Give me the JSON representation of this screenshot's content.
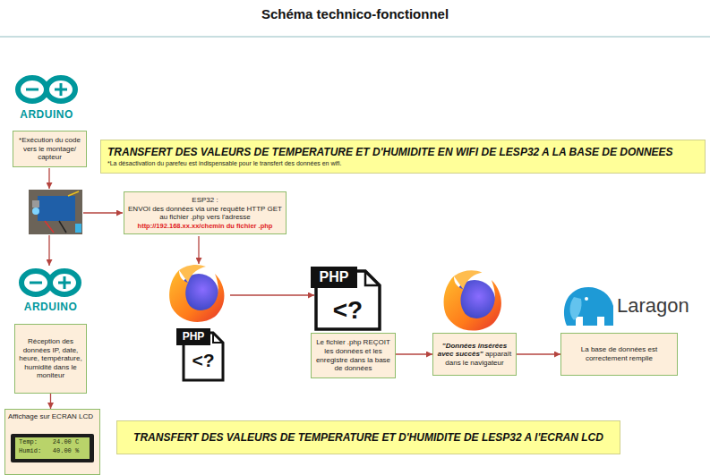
{
  "diagram": {
    "title": "Schéma technico-fonctionnel",
    "nodes": [
      {
        "text": [
          "*Exécution du code vers le montage/ capteur"
        ]
      },
      {
        "text": [
          "TRANSFERT DES VALEURS DE TEMPERATURE ET D'HUMIDITE EN WIFI DE LESP32 A LA BASE DE DONNEES",
          "*La désactivation du parefeu est indispensable pour le transfert des données en wifi."
        ]
      },
      {
        "text": [
          "ESP32 :",
          "ENVOI des données via une requête HTTP GET au fichier .php vers l'adresse",
          "http://192.168.xx.xx/chemin du fichier .php"
        ]
      },
      {
        "text": [
          "Réception des données IP, date, heure, température, humidité dans le moniteur"
        ]
      },
      {
        "text": [
          "Le fichier .php REÇOIT les données et les enregistre dans la base de données"
        ]
      },
      {
        "text": [
          "\"Données insérées avec succès\"",
          "apparaît dans le navigateur"
        ]
      },
      {
        "text": [
          "La base de données est correctement remplie"
        ]
      },
      {
        "text": [
          "Affichage sur ECRAN LCD"
        ]
      },
      {
        "text": [
          "TRANSFERT DES VALEURS DE TEMPERATURE ET D'HUMIDITE DE LESP32 A l'ECRAN LCD"
        ]
      }
    ],
    "edges": [
      {
        "from": 4,
        "to": 5,
        "arrow": "to"
      },
      {
        "from": 5,
        "to": 6,
        "arrow": "to"
      },
      {
        "from": 3,
        "to": 7,
        "arrow": "to"
      }
    ],
    "labels": [
      "ARDUINO",
      "PHP",
      "<?",
      "PHP",
      "<?",
      "ARDUINO",
      "Laragon",
      "Temp:    24.00 C",
      "Humid:   40.00 %"
    ]
  }
}
